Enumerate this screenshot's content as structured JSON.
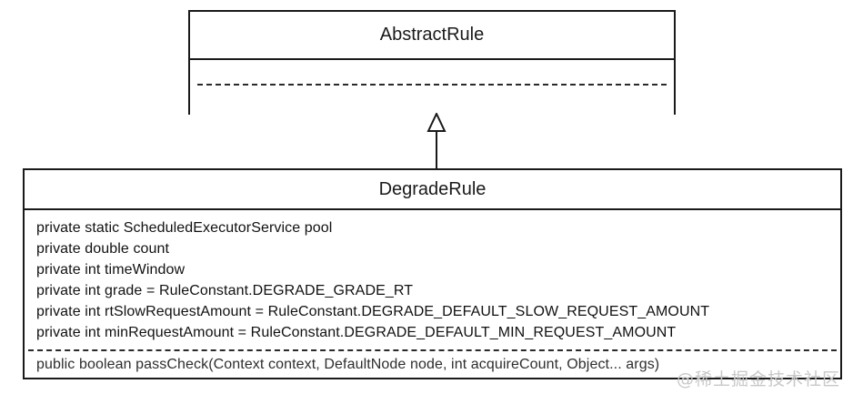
{
  "diagram": {
    "type": "uml-class-diagram",
    "relationship": {
      "kind": "generalization",
      "label": "",
      "from": "DegradeRule",
      "to": "AbstractRule",
      "arrow": "hollow-triangle"
    }
  },
  "abstract_rule": {
    "name": "AbstractRule",
    "attributes": [],
    "methods": []
  },
  "degrade_rule": {
    "name": "DegradeRule",
    "attributes": [
      "private static ScheduledExecutorService pool",
      "private double count",
      "private int timeWindow",
      "private int grade = RuleConstant.DEGRADE_GRADE_RT",
      "private int rtSlowRequestAmount = RuleConstant.DEGRADE_DEFAULT_SLOW_REQUEST_AMOUNT",
      "private int minRequestAmount = RuleConstant.DEGRADE_DEFAULT_MIN_REQUEST_AMOUNT"
    ],
    "methods": [
      "public boolean passCheck(Context context, DefaultNode node, int acquireCount, Object... args)"
    ]
  },
  "watermark": {
    "text": "@稀土掘金技术社区"
  },
  "colors": {
    "border": "#1a1a1a",
    "text": "#111111",
    "background": "#ffffff",
    "watermark": "#c8c8c8"
  }
}
